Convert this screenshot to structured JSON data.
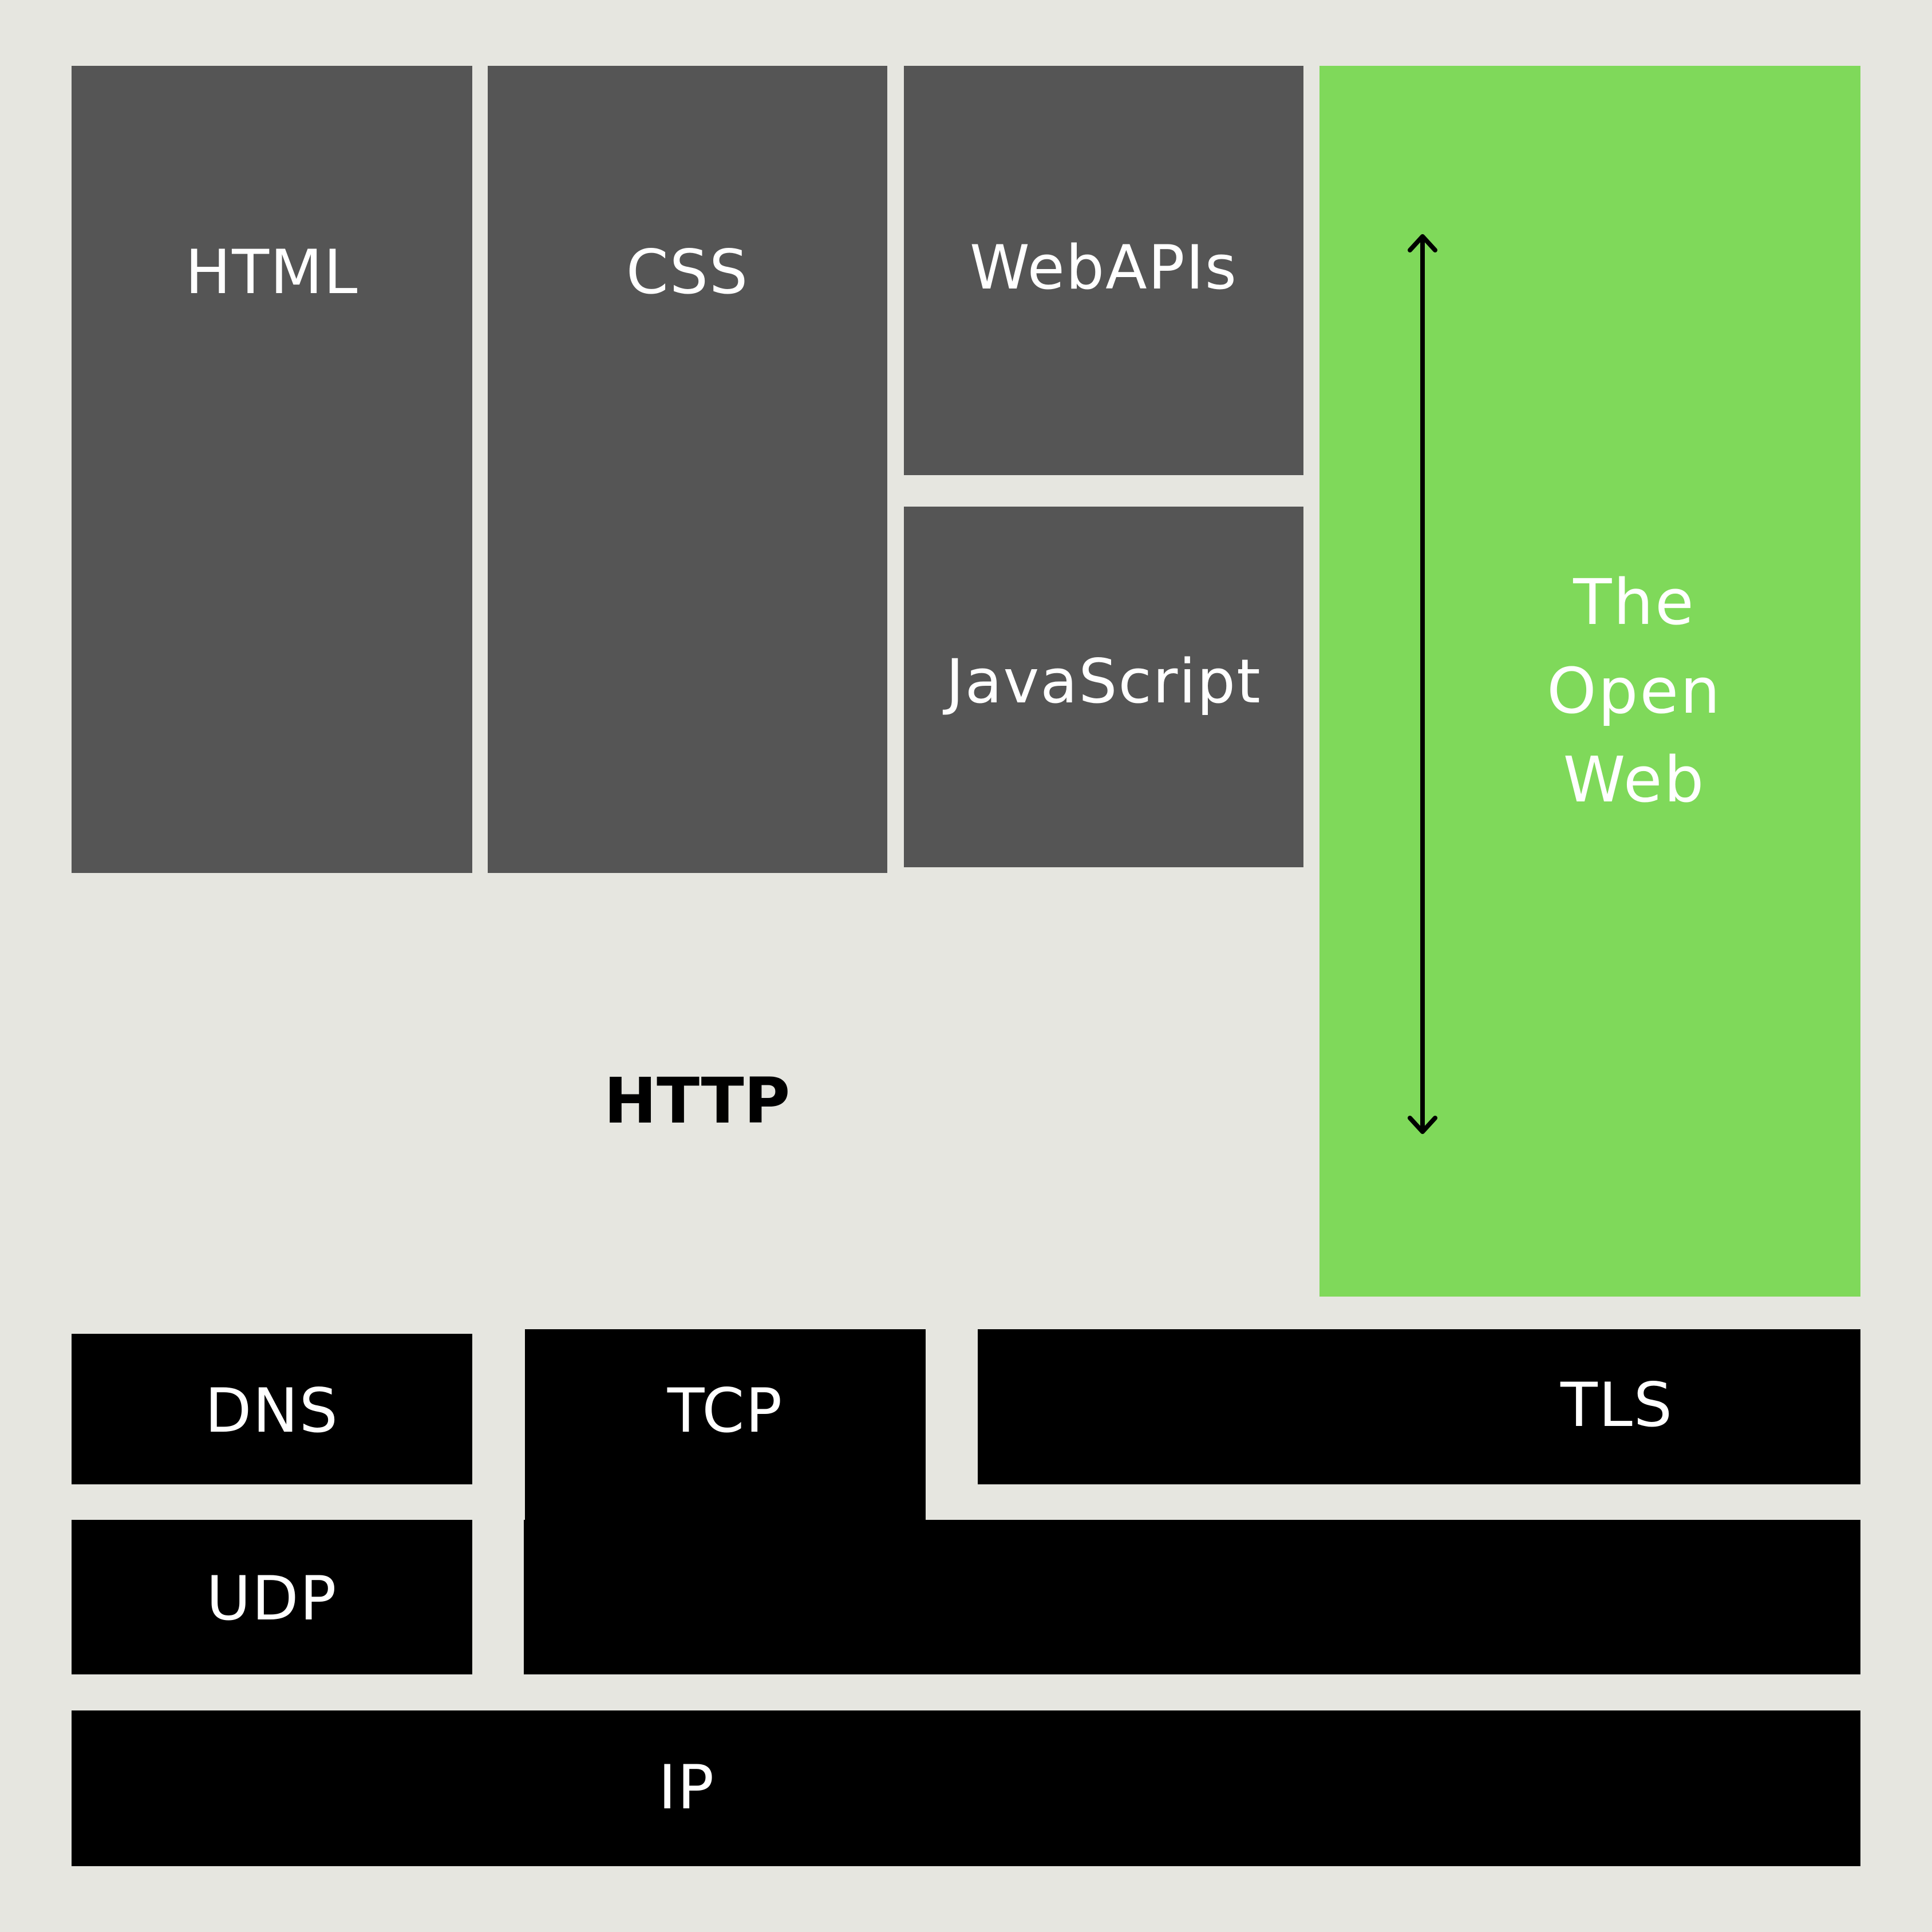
{
  "diagram": {
    "boxes": {
      "html": "HTML",
      "css": "CSS",
      "webapis": "WebAPIs",
      "javascript": "JavaScript",
      "http": "HTTP",
      "open_web": "The\nOpen\nWeb",
      "dns": "DNS",
      "tcp": "TCP",
      "tls": "TLS",
      "udp": "UDP",
      "ip": "IP"
    },
    "colors": {
      "background": "#e6e6e0",
      "web_layer": "#555555",
      "transport_layer": "#000000",
      "open_web": "#7fd95a",
      "text_light": "#ffffff",
      "text_dark": "#000000"
    },
    "icons": {
      "span_arrow": "double-headed-vertical-arrow"
    }
  }
}
